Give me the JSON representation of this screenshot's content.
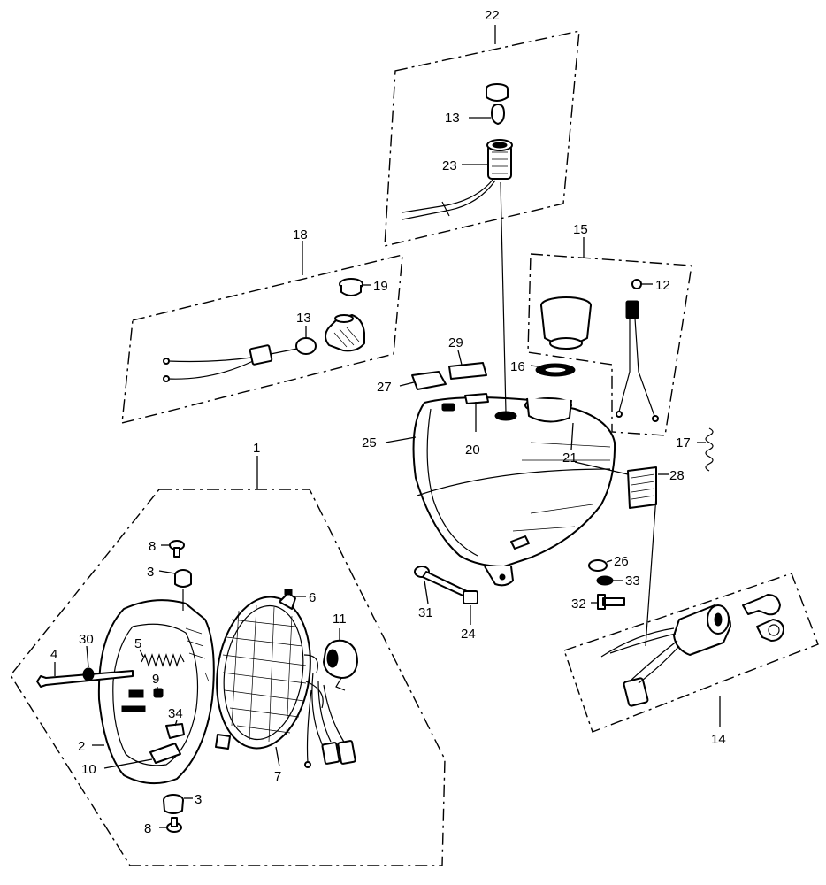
{
  "diagram": {
    "callouts": {
      "c1": "1",
      "c2": "2",
      "c3a": "3",
      "c3b": "3",
      "c4": "4",
      "c5": "5",
      "c6": "6",
      "c7": "7",
      "c8a": "8",
      "c8b": "8",
      "c9": "9",
      "c10": "10",
      "c11": "11",
      "c12": "12",
      "c13a": "13",
      "c13b": "13",
      "c14": "14",
      "c15": "15",
      "c16": "16",
      "c17": "17",
      "c18": "18",
      "c19": "19",
      "c20": "20",
      "c21": "21",
      "c22": "22",
      "c23": "23",
      "c24": "24",
      "c25": "25",
      "c26": "26",
      "c27": "27",
      "c28": "28",
      "c29": "29",
      "c30": "30",
      "c31": "31",
      "c32": "32",
      "c33": "33",
      "c34": "34"
    }
  }
}
